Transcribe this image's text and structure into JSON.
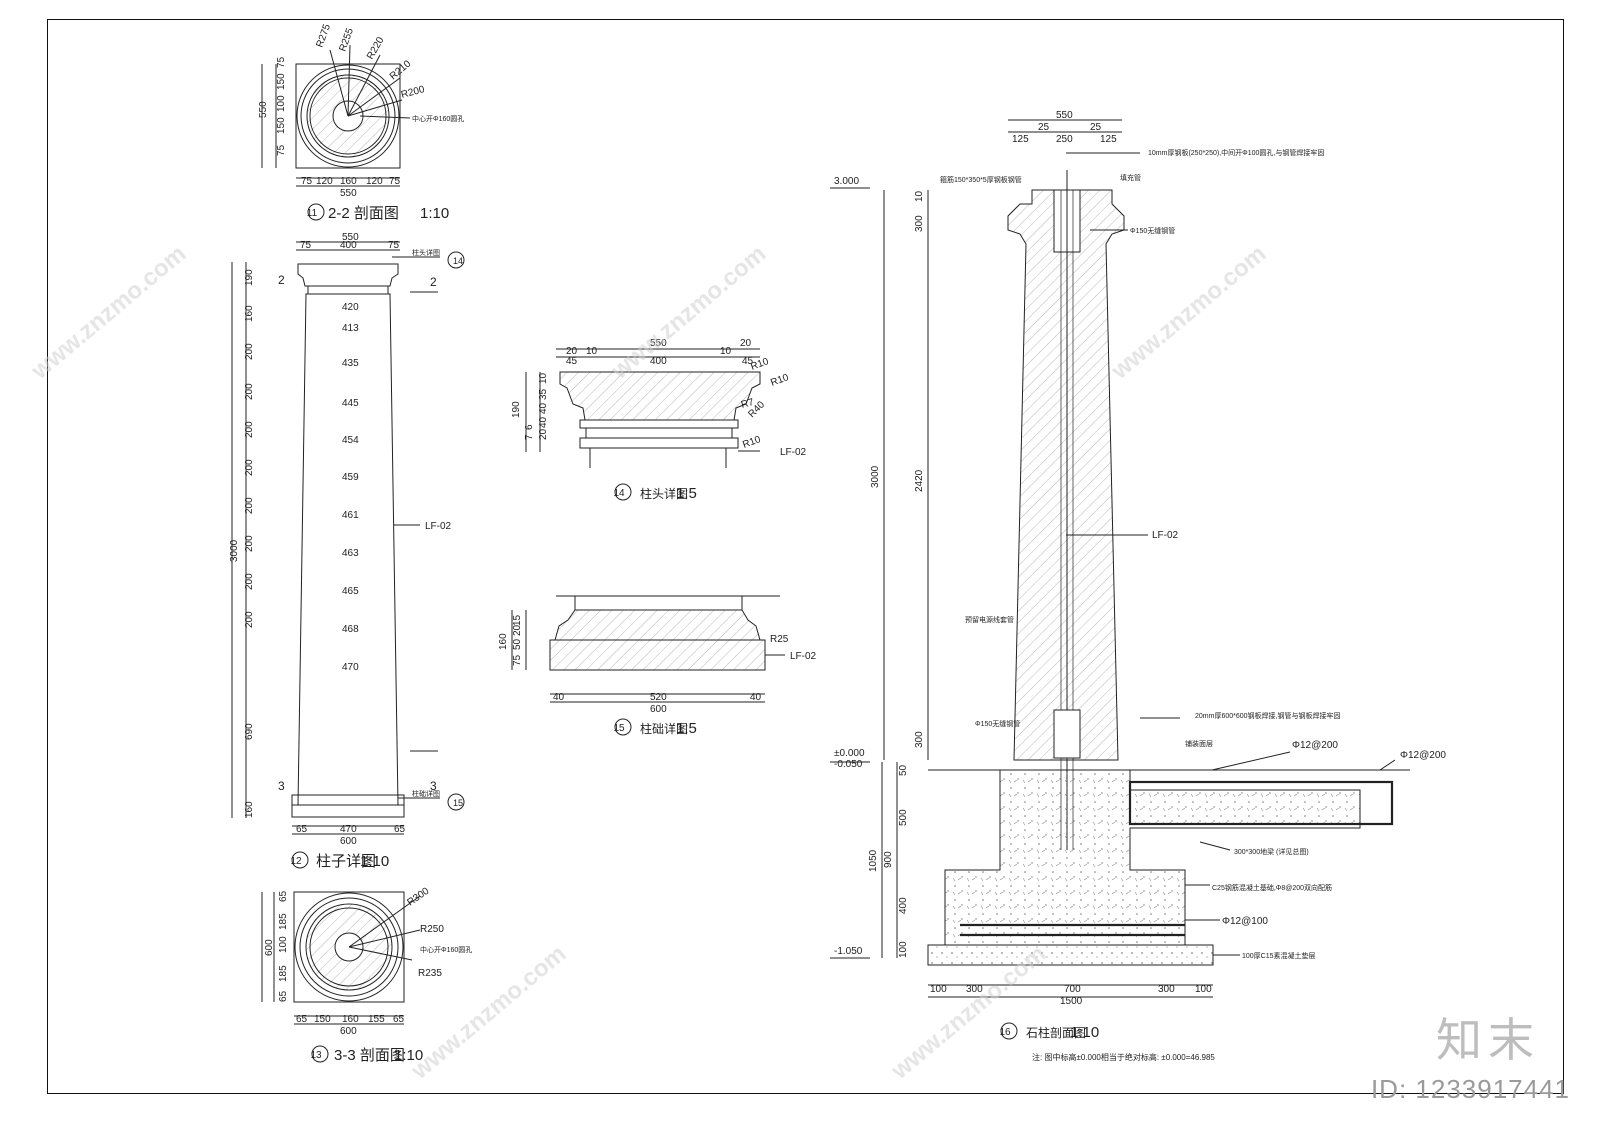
{
  "watermark": {
    "text": "www.znzmo.com",
    "brand": "知末",
    "id": "ID: 1233917441"
  },
  "detail11": {
    "number": "11",
    "title": "2-2 剖面图",
    "scale": "1:10",
    "radii": [
      "R275",
      "R255",
      "R220",
      "R210",
      "R200"
    ],
    "note": "中心开Φ160圆孔",
    "left_dims": [
      "75",
      "150",
      "100",
      "150",
      "75"
    ],
    "total_dim": "550",
    "bottom_dims": [
      "75",
      "120",
      "160",
      "120",
      "75"
    ]
  },
  "detail12": {
    "number": "12",
    "title": "柱子详图",
    "scale": "1:10",
    "top_dims": [
      "75",
      "400",
      "75"
    ],
    "top_total": "550",
    "widths": [
      "420",
      "413",
      "435",
      "445",
      "454",
      "459",
      "461",
      "463",
      "465",
      "468",
      "470"
    ],
    "left_dims": [
      "190",
      "160",
      "200",
      "200",
      "200",
      "200",
      "200",
      "200",
      "200",
      "200",
      "690",
      "160"
    ],
    "height": "3000",
    "material": "LF-02",
    "cap_label": "柱头详图",
    "base_label": "柱础详图",
    "callout_cap": "14",
    "callout_base": "15",
    "cut_top": "2",
    "cut_bottom": "3",
    "bottom_dims": [
      "65",
      "470",
      "65"
    ],
    "bottom_total": "600"
  },
  "detail13": {
    "number": "13",
    "title": "3-3 剖面图",
    "scale": "1:10",
    "radii": [
      "R300",
      "R250",
      "R235"
    ],
    "note": "中心开Φ160圆孔",
    "left_dims": [
      "65",
      "185",
      "100",
      "185",
      "65"
    ],
    "total_dim": "600",
    "bottom_dims": [
      "65",
      "150",
      "160",
      "155",
      "65"
    ]
  },
  "detail14": {
    "number": "14",
    "title": "柱头详图",
    "scale": "1:5",
    "top_total": "550",
    "top_dims_a": [
      "20",
      "10",
      "10",
      "20"
    ],
    "top_dims_b": [
      "45",
      "400",
      "45"
    ],
    "left_dims": [
      "10",
      "35",
      "40",
      "40",
      "20",
      "6",
      "7"
    ],
    "height": "190",
    "radii": [
      "R10",
      "R10",
      "R7",
      "R40",
      "R10"
    ],
    "material": "LF-02"
  },
  "detail15": {
    "number": "15",
    "title": "柱础详图",
    "scale": "1:5",
    "left_dims": [
      "15",
      "20",
      "50",
      "75"
    ],
    "height": "160",
    "radius": "R25",
    "material": "LF-02",
    "bottom_dims": [
      "40",
      "520",
      "40"
    ],
    "bottom_total": "600"
  },
  "detail16": {
    "number": "16",
    "title": "石柱剖面图",
    "scale": "1:10",
    "top_total": "550",
    "top_dims_a": [
      "25",
      "25"
    ],
    "top_dims_b": [
      "125",
      "250",
      "125"
    ],
    "elev_top": "3.000",
    "elev_zero": "±0.000",
    "elev_ground": "-0.050",
    "elev_bottom": "-1.050",
    "left_total": "3000",
    "inner_dims": [
      "10",
      "300",
      "2420",
      "300"
    ],
    "found_dims": [
      "50",
      "500",
      "1050",
      "900",
      "400",
      "100"
    ],
    "note_plate": "10mm厚钢板(250*250),中间开Φ100圆孔,与钢管焊接牢固",
    "note_anchor": "箍筋150*350*5厚钢板钢管",
    "note_pipe": "Φ150无缝钢管",
    "note_filler": "填充管",
    "note_wire": "预留电源线套管",
    "note_pipe2": "Φ150无缝钢管",
    "note_plate2": "20mm厚600*600钢板焊接,钢管与钢板焊接牢固",
    "note_surface": "铺装面层",
    "rebar1": "Φ12@200",
    "rebar2": "Φ12@200",
    "note_beam": "300*300地梁 (详见总图)",
    "note_c25": "C25钢筋混凝土基础,Φ8@200双向配筋",
    "rebar3": "Φ12@100",
    "note_c15": "100厚C15素混凝土垫层",
    "material": "LF-02",
    "bottom_dims": [
      "100",
      "300",
      "700",
      "300",
      "100"
    ],
    "bottom_total": "1500",
    "footnote": "注: 图中标高±0.000相当于绝对标高: ±0.000=46.985"
  }
}
